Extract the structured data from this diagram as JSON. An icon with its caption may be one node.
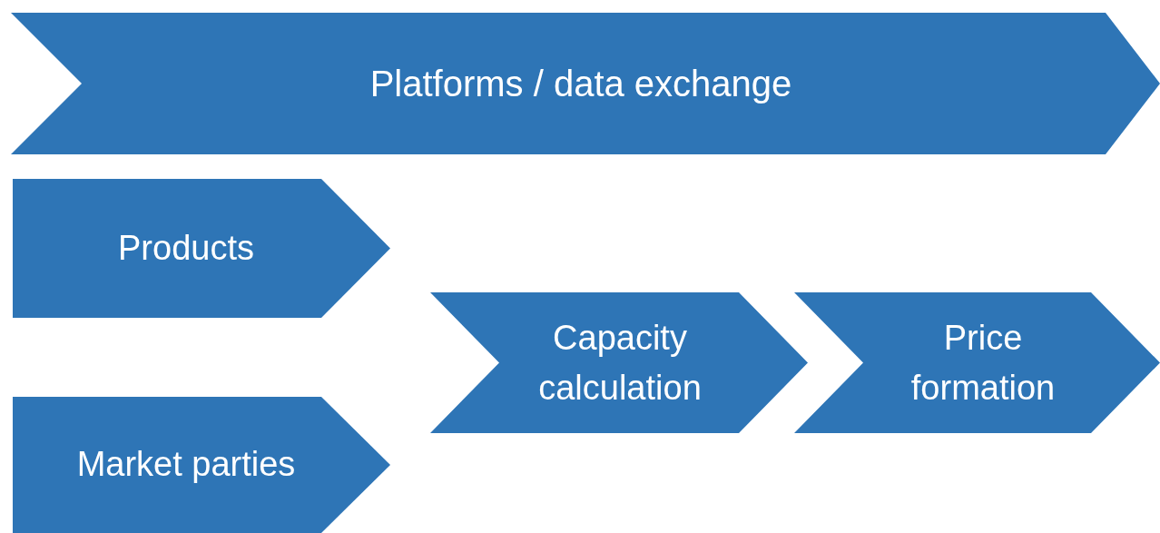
{
  "diagram": {
    "nodes": [
      {
        "text": [
          "Platforms / data exchange"
        ]
      },
      {
        "text": [
          "Products"
        ]
      },
      {
        "text": [
          "Market parties"
        ]
      },
      {
        "text": [
          "Capacity calculation"
        ]
      },
      {
        "text": [
          "Price formation"
        ]
      }
    ]
  }
}
